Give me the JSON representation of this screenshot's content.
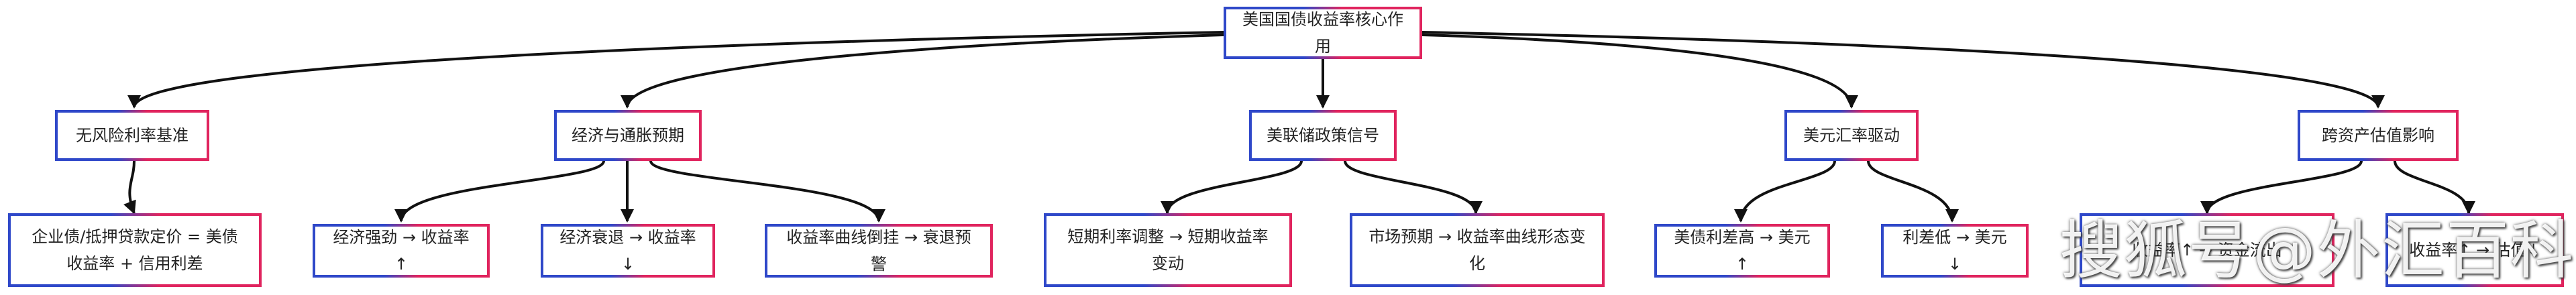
{
  "diagram": {
    "root": "美国国债收益率核心作用",
    "categories": [
      {
        "label": "无风险利率基准",
        "children": [
          "企业债/抵押贷款定价 = 美债收益率 + 信用利差"
        ]
      },
      {
        "label": "经济与通胀预期",
        "children": [
          "经济强劲 → 收益率↑",
          "经济衰退 → 收益率↓",
          "收益率曲线倒挂 → 衰退预警"
        ]
      },
      {
        "label": "美联储政策信号",
        "children": [
          "短期利率调整 → 短期收益率变动",
          "市场预期 → 收益率曲线形态变化"
        ]
      },
      {
        "label": "美元汇率驱动",
        "children": [
          "美债利差高 → 美元↑",
          "利差低 → 美元↓"
        ]
      },
      {
        "label": "跨资产估值影响",
        "children": [
          "收益率↑ → 资金流出",
          "收益率↑ → 估值↓"
        ]
      }
    ]
  },
  "watermark": "搜狐号@外汇百科堂",
  "colors": {
    "edge": "#111111",
    "border_left": "#2f48c9",
    "border_right": "#e0245e"
  }
}
